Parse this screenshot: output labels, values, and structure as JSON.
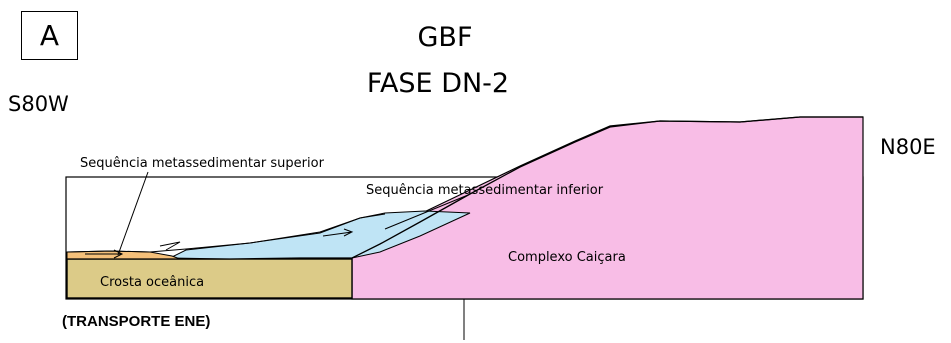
{
  "panel_label": "A",
  "title_line1": "GBF",
  "title_line2": "FASE DN-2",
  "direction_left": "S80W",
  "direction_right": "N80E",
  "transport_note": "(TRANSPORTE ENE)",
  "units": {
    "upper_seq": "Sequência metassedimentar superior",
    "lower_seq": "Sequência metassedimentar inferior",
    "crust": "Crosta oceânica",
    "complex": "Complexo Caiçara"
  },
  "colors": {
    "upper_seq": "#f5c07a",
    "lower_seq": "#bfe4f5",
    "crust": "#dccb88",
    "complex": "#f8bde6"
  }
}
